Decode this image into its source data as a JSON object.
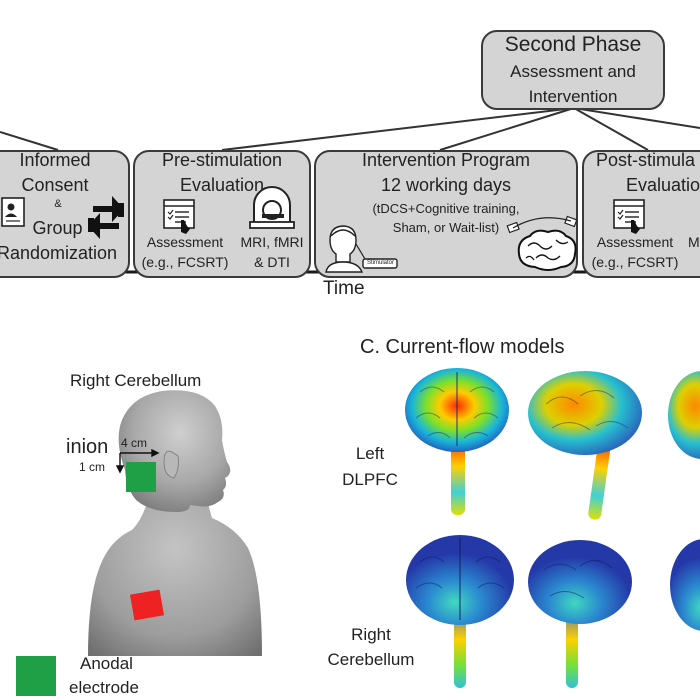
{
  "second_phase": {
    "title": "Second Phase",
    "subtitle_line1": "Assessment and",
    "subtitle_line2": "Intervention"
  },
  "steps": {
    "consent": {
      "line1": "Informed",
      "line2": "Consent",
      "amp": "&",
      "line3": "Group",
      "line4": "Randomization"
    },
    "pre": {
      "line1": "Pre-stimulation",
      "line2": "Evaluation",
      "assess_line1": "Assessment",
      "assess_line2": "(e.g., FCSRT)",
      "mri_line1": "MRI, fMRI",
      "mri_line2": "& DTI"
    },
    "intervention": {
      "line1": "Intervention Program",
      "line2": "12 working days",
      "line3": "(tDCS+Cognitive training,",
      "line4": "Sham, or Wait-list)",
      "stimulator_label": "Stimulator"
    },
    "post": {
      "line1": "Post-stimula",
      "line2": "Evaluatio",
      "assess_line1": "Assessment",
      "assess_line2": "(e.g., FCSRT)",
      "mri_partial": "M"
    }
  },
  "time_label": "Time",
  "panel_c_title": "C. Current-flow models",
  "montage": {
    "title": "Right Cerebellum",
    "inion": "inion",
    "dist_4cm": "4 cm",
    "dist_1cm": "1 cm",
    "legend_anodal_line1": "Anodal",
    "legend_anodal_line2": "electrode",
    "anodal_color": "#1fa047",
    "cathodal_color": "#ee2222"
  },
  "models": {
    "row1_line1": "Left",
    "row1_line2": "DLPFC",
    "row2_line1": "Right",
    "row2_line2": "Cerebellum"
  },
  "colors": {
    "box_fill": "#d4d4d4",
    "box_stroke": "#3a3a3a",
    "brain_blue": "#2640b8"
  },
  "icons": [
    "person-id-card-icon",
    "swap-arrows-icon",
    "checklist-hand-icon",
    "mri-scanner-icon",
    "person-headset-icon",
    "brain-electrodes-icon"
  ]
}
